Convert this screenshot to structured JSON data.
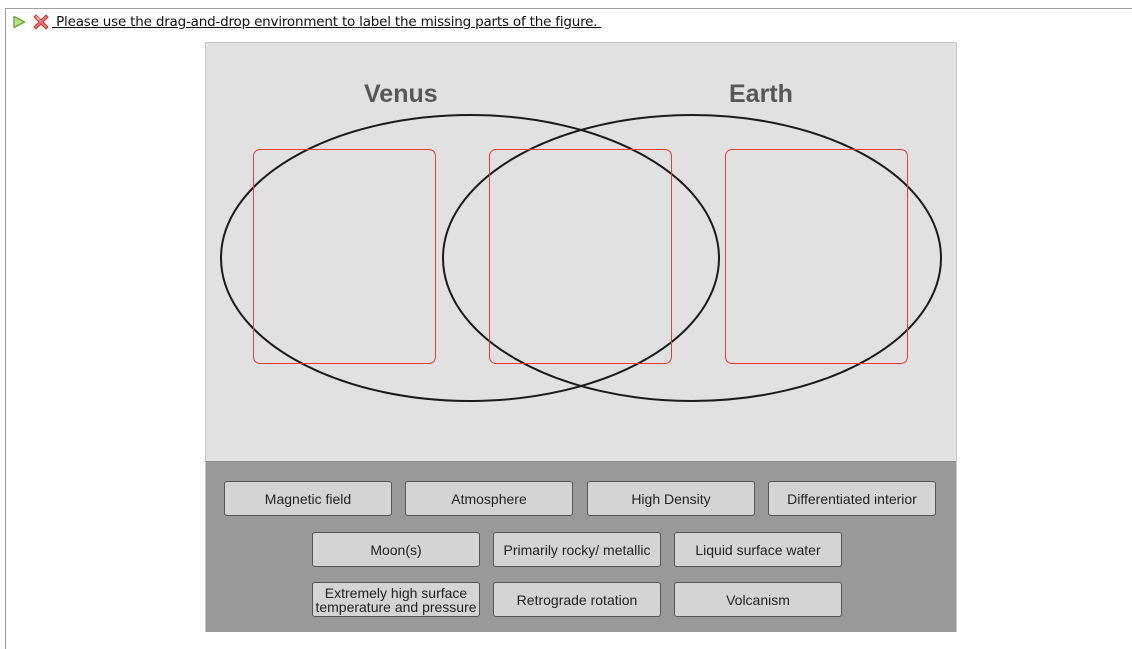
{
  "header": {
    "play_icon": "play-triangle-icon",
    "status_icon": "red-x-icon",
    "instructions": " Please use the drag-and-drop environment to label the missing parts of the figure. "
  },
  "diagram": {
    "colors": {
      "panel_bg": "#e1e1e1",
      "tray_bg": "#999999",
      "drop_zone_border": "#ee3a3a",
      "button_bg": "#d4d4d4",
      "title_color": "#575757"
    },
    "left_circle_title": "Venus",
    "right_circle_title": "Earth",
    "drop_zones": [
      {
        "id": "venus-only",
        "label": ""
      },
      {
        "id": "both",
        "label": ""
      },
      {
        "id": "earth-only",
        "label": ""
      }
    ]
  },
  "labels": [
    "Magnetic field",
    "Atmosphere",
    "High Density",
    "Differentiated interior",
    "Moon(s)",
    "Primarily rocky/ metallic",
    "Liquid surface water",
    "Extremely high surface temperature and pressure",
    "Retrograde rotation",
    "Volcanism"
  ]
}
